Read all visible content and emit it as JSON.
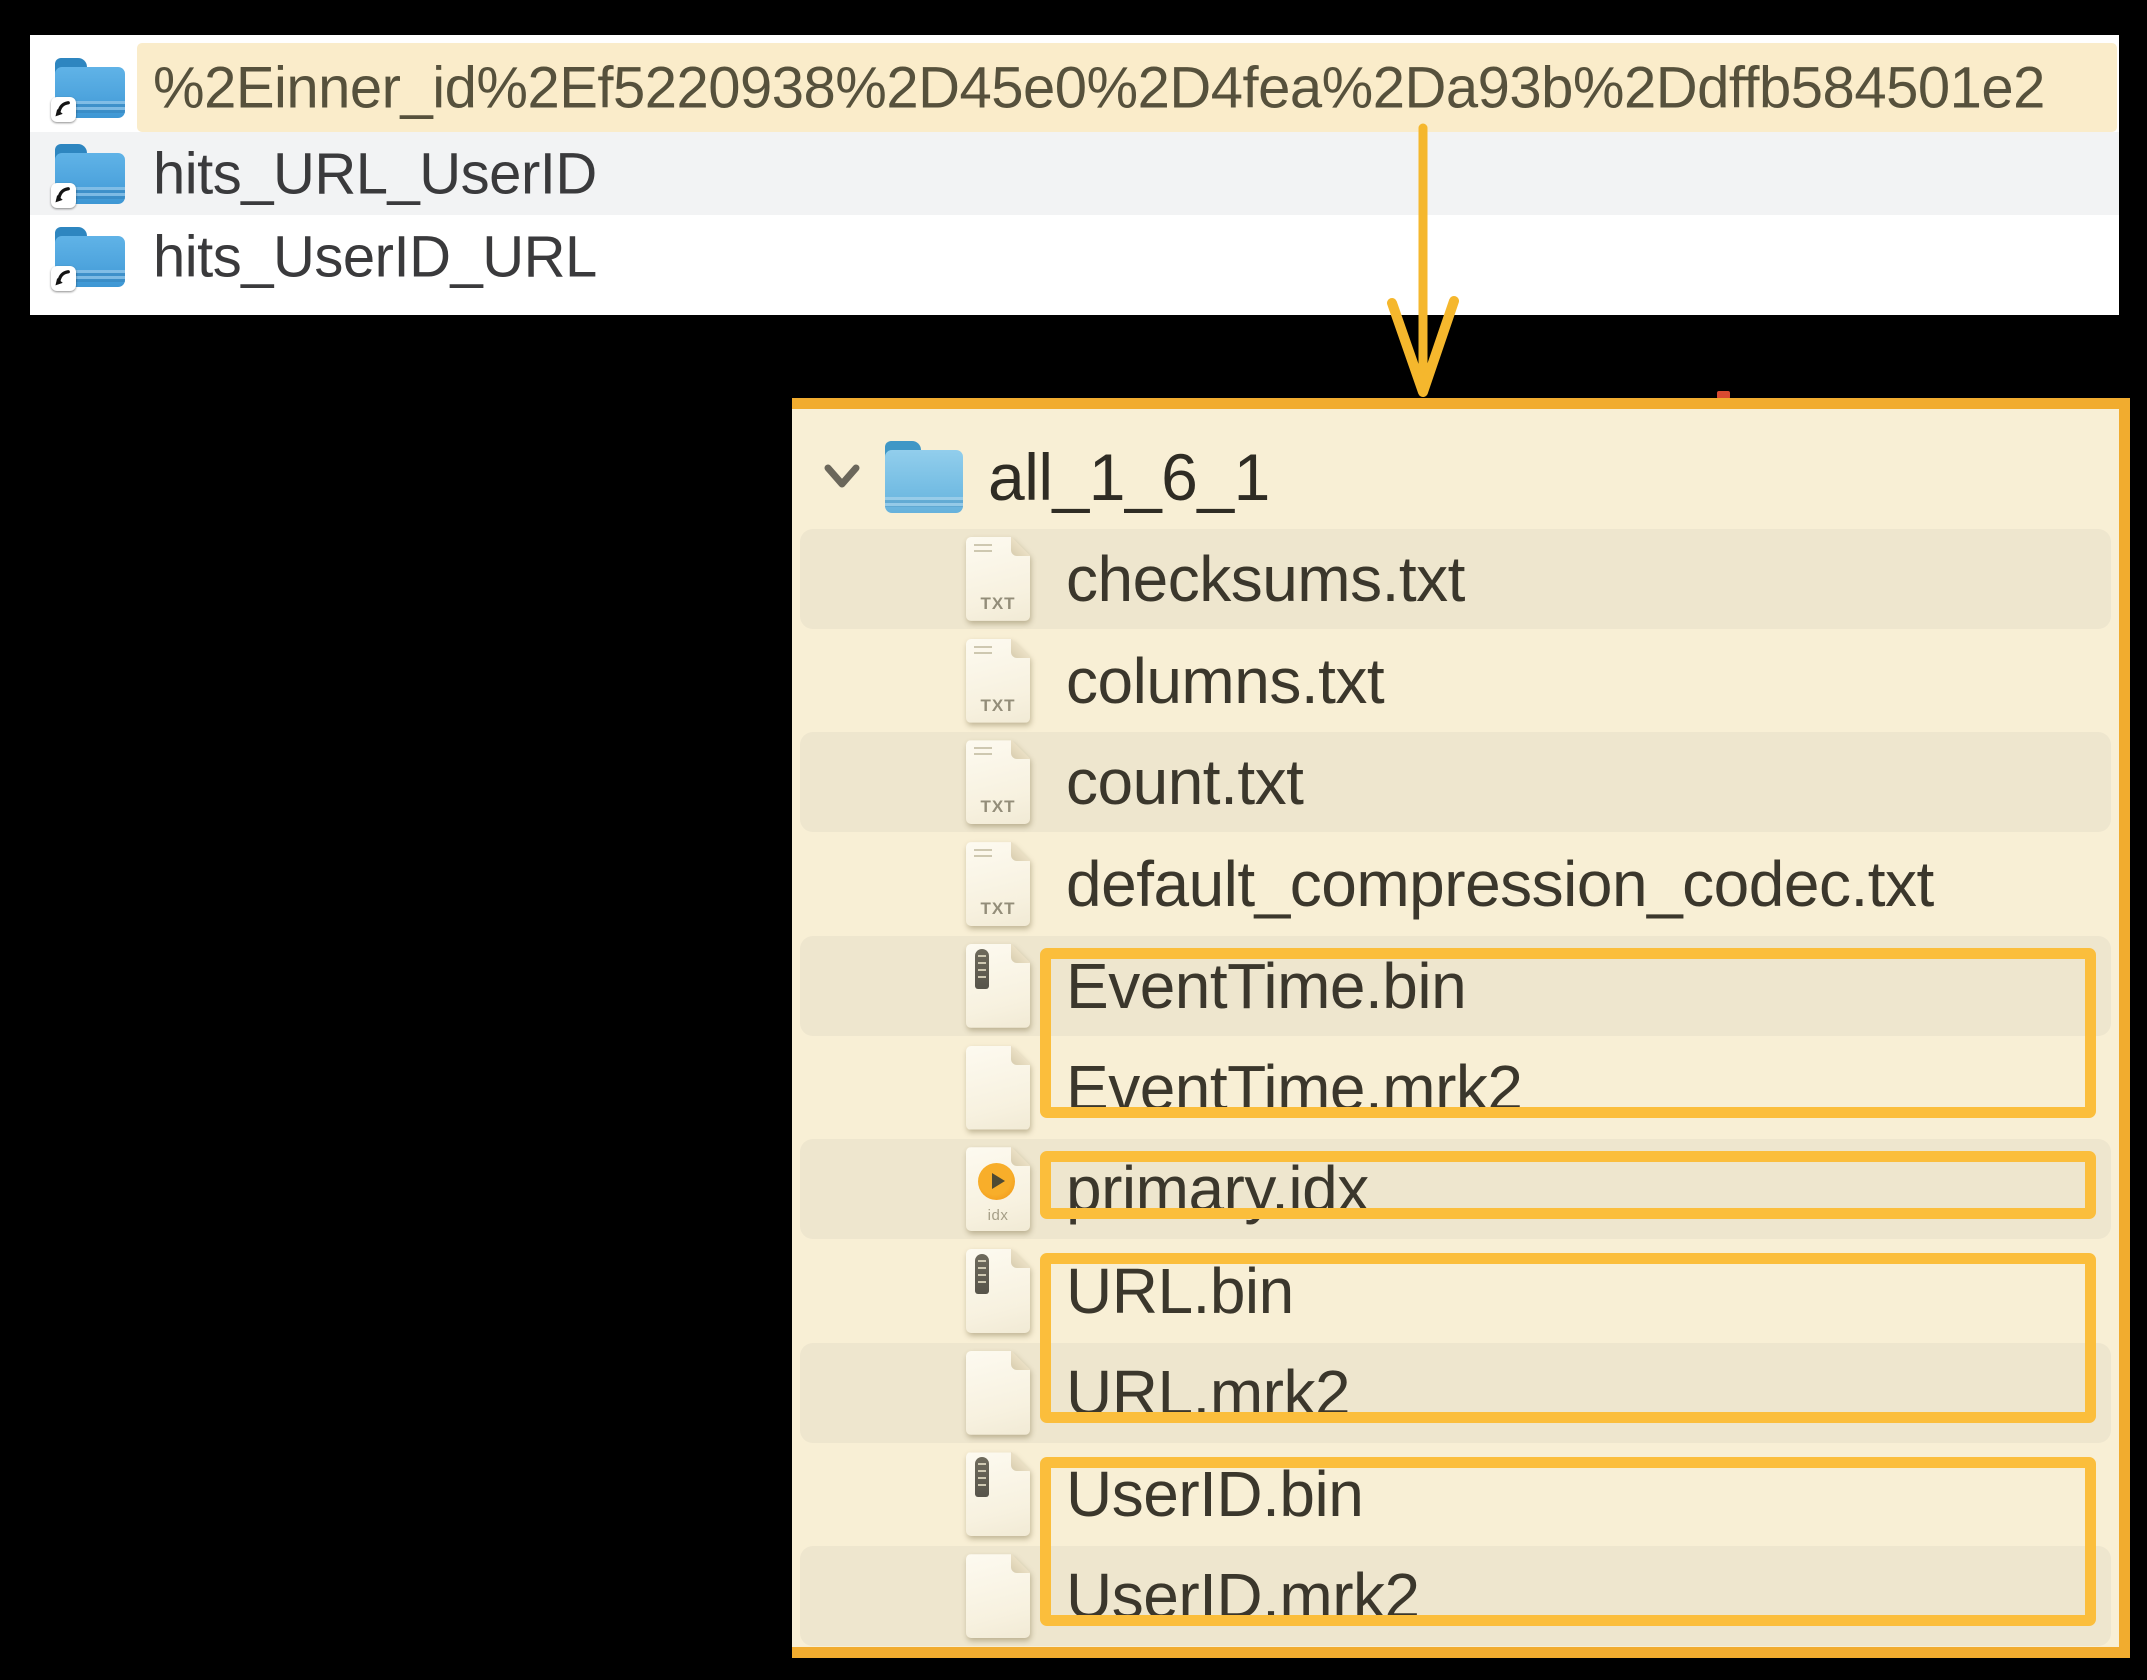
{
  "colors": {
    "background": "#000000",
    "finder_bg": "#FFFFFF",
    "selected_row_cream": "#FAECCA",
    "alt_row_gray": "#F2F3F4",
    "finder_text": "#3A3A3C",
    "selected_text": "#56513C",
    "panel_bg": "#F8EFD5",
    "panel_stripe": "#EEE6CE",
    "panel_border_orange": "#F1AC2F",
    "box_orange": "#FBBE3C",
    "arrow_amber": "#F5B72D",
    "panel_text": "#3B372C",
    "red_mark": "#D94B31"
  },
  "finder_list": {
    "rows": [
      {
        "name": "%2Einner_id%2Ef5220938%2D45e0%2D4fea%2Da93b%2Ddffb584501e2",
        "icon": "folder-alias",
        "highlighted": true
      },
      {
        "name": "hits_URL_UserID",
        "icon": "folder-alias",
        "highlighted": false
      },
      {
        "name": "hits_UserID_URL",
        "icon": "folder-alias",
        "highlighted": false
      }
    ]
  },
  "annotations": {
    "arrow_direction": "down"
  },
  "part_panel": {
    "folder": {
      "label": "all_1_6_1",
      "icon": "folder",
      "expanded": true
    },
    "files": [
      {
        "name": "checksums.txt",
        "icon": "txt"
      },
      {
        "name": "columns.txt",
        "icon": "txt"
      },
      {
        "name": "count.txt",
        "icon": "txt"
      },
      {
        "name": "default_compression_codec.txt",
        "icon": "txt"
      },
      {
        "name": "EventTime.bin",
        "icon": "bin"
      },
      {
        "name": "EventTime.mrk2",
        "icon": "blank"
      },
      {
        "name": "primary.idx",
        "icon": "idx"
      },
      {
        "name": "URL.bin",
        "icon": "bin"
      },
      {
        "name": "URL.mrk2",
        "icon": "blank"
      },
      {
        "name": "UserID.bin",
        "icon": "bin"
      },
      {
        "name": "UserID.mrk2",
        "icon": "blank"
      }
    ],
    "highlight_groups": [
      {
        "from": "EventTime.bin",
        "to": "EventTime.mrk2"
      },
      {
        "from": "primary.idx",
        "to": "primary.idx"
      },
      {
        "from": "URL.bin",
        "to": "URL.mrk2"
      },
      {
        "from": "UserID.bin",
        "to": "UserID.mrk2"
      }
    ]
  },
  "icon_labels": {
    "txt": "TXT",
    "idx": "idx",
    "bin": "",
    "blank": ""
  }
}
